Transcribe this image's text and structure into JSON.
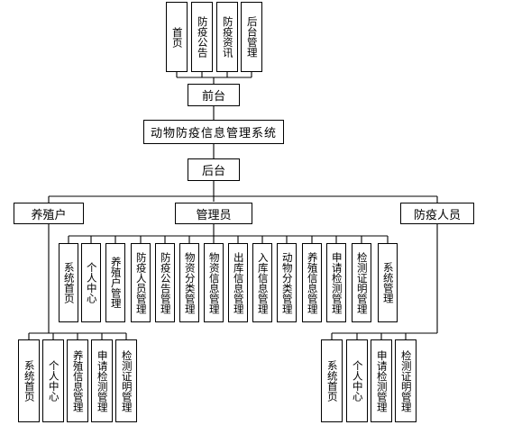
{
  "diagram": {
    "top_items": [
      "首页",
      "防疫公告",
      "防疫资讯",
      "后台管理"
    ],
    "frontend": "前台",
    "system": "动物防疫信息管理系统",
    "backend": "后台",
    "roles": {
      "farmer": "养殖户",
      "admin": "管理员",
      "epidemic_staff": "防疫人员"
    },
    "admin_items": [
      "系统首页",
      "个人中心",
      "养殖户管理",
      "防疫人员管理",
      "防疫公告管理",
      "物资分类管理",
      "物资信息管理",
      "出库信息管理",
      "入库信息管理",
      "动物分类管理",
      "养殖信息管理",
      "申请检测管理",
      "检测证明管理",
      "系统管理"
    ],
    "farmer_items": [
      "系统首页",
      "个人中心",
      "养殖信息管理",
      "申请检测管理",
      "检测证明管理"
    ],
    "staff_items": [
      "系统首页",
      "个人中心",
      "申请检测管理",
      "检测证明管理"
    ]
  }
}
